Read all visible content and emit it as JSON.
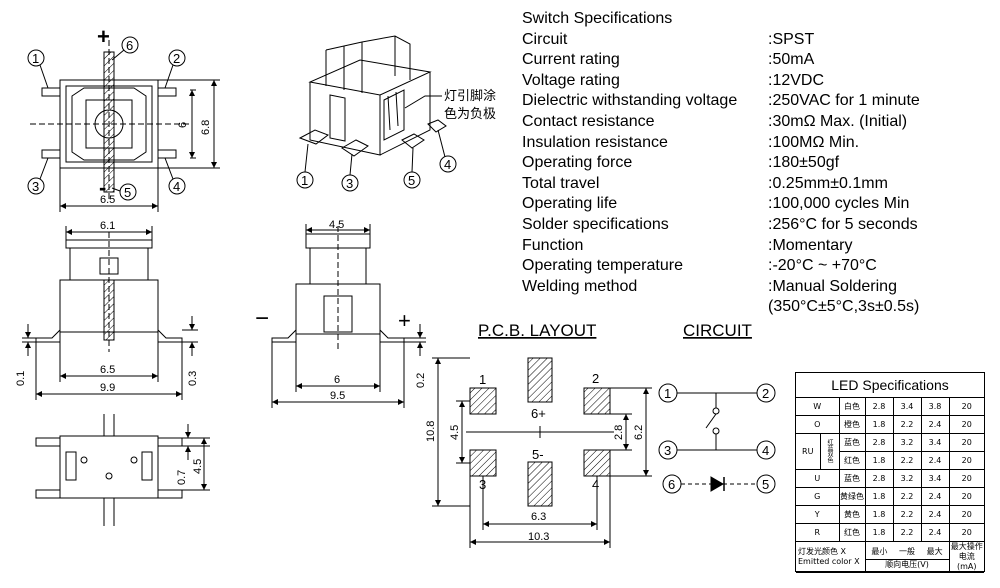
{
  "specs": {
    "title": "Switch Specifications",
    "rows": [
      {
        "k": "Circuit",
        "v": ":SPST"
      },
      {
        "k": "Current rating",
        "v": ":50mA"
      },
      {
        "k": "Voltage rating",
        "v": ":12VDC"
      },
      {
        "k": "Dielectric withstanding voltage",
        "v": ":250VAC for 1 minute"
      },
      {
        "k": "Contact resistance",
        "v": ":30mΩ  Max. (Initial)"
      },
      {
        "k": "Insulation resistance",
        "v": ":100MΩ  Min."
      },
      {
        "k": "Operating force",
        "v": ":180±50gf"
      },
      {
        "k": "Total travel",
        "v": ":0.25mm±0.1mm"
      },
      {
        "k": "Operating life",
        "v": ":100,000 cycles Min"
      },
      {
        "k": "Solder specifications",
        "v": ":256°C for 5 seconds"
      },
      {
        "k": "Function",
        "v": ":Momentary"
      },
      {
        "k": "Operating temperature",
        "v": ":-20°C ~ +70°C"
      },
      {
        "k": "Welding method",
        "v": ":Manual Soldering"
      }
    ],
    "welding_extra": "(350°C±5°C,3s±0.5s)"
  },
  "top_view": {
    "pins": [
      "1",
      "2",
      "3",
      "4",
      "6",
      "5"
    ],
    "plus": "+",
    "minus": "-",
    "dims": [
      "6.5",
      "6",
      "6.8"
    ]
  },
  "iso_view": {
    "note_line1": "灯引脚涂",
    "note_line2": "色为负极",
    "pins": [
      "1",
      "3",
      "5",
      "4"
    ]
  },
  "front_view": {
    "dims": [
      "6.1",
      "6.5",
      "9.9",
      "0.1",
      "0.3"
    ]
  },
  "side_view": {
    "dims": [
      "4.5",
      "6",
      "9.5",
      "0.2"
    ],
    "minus": "−",
    "plus": "+"
  },
  "bottom_view": {
    "dims": [
      "0.7",
      "4.5"
    ]
  },
  "pcb": {
    "title": "P.C.B. LAYOUT",
    "pads": [
      "1",
      "2",
      "3",
      "4"
    ],
    "led_plus": "6+",
    "led_minus": "5-",
    "dims": [
      "10.8",
      "4.5",
      "2.8",
      "6.2",
      "6.3",
      "10.3"
    ]
  },
  "circuit": {
    "title": "CIRCUIT",
    "nodes": [
      "1",
      "2",
      "3",
      "4",
      "6",
      "5"
    ]
  },
  "led": {
    "title": "LED Specifications",
    "rows": [
      {
        "code": "W",
        "color": "白色",
        "min": "2.8",
        "typ": "3.4",
        "max": "3.8",
        "ma": "20"
      },
      {
        "code": "O",
        "color": "橙色",
        "min": "1.8",
        "typ": "2.2",
        "max": "2.4",
        "ma": "20"
      },
      {
        "code": "RU",
        "sub": "红蓝双色",
        "color": "蓝色",
        "min": "2.8",
        "typ": "3.2",
        "max": "3.4",
        "ma": "20"
      },
      {
        "color": "红色",
        "min": "1.8",
        "typ": "2.2",
        "max": "2.4",
        "ma": "20"
      },
      {
        "code": "U",
        "color": "蓝色",
        "min": "2.8",
        "typ": "3.2",
        "max": "3.4",
        "ma": "20"
      },
      {
        "code": "G",
        "color": "黄绿色",
        "min": "1.8",
        "typ": "2.2",
        "max": "2.4",
        "ma": "20"
      },
      {
        "code": "Y",
        "color": "黄色",
        "min": "1.8",
        "typ": "2.2",
        "max": "2.4",
        "ma": "20"
      },
      {
        "code": "R",
        "color": "红色",
        "min": "1.8",
        "typ": "2.2",
        "max": "2.4",
        "ma": "20"
      }
    ],
    "footer": {
      "label_cn": "灯发光颜色 X",
      "label_en": "Emitted color X",
      "min": "最小",
      "typ": "一般",
      "max": "最大",
      "voltage": "顺向电压(V)",
      "current": "最大操作电流",
      "current_unit": "(mA)"
    }
  }
}
